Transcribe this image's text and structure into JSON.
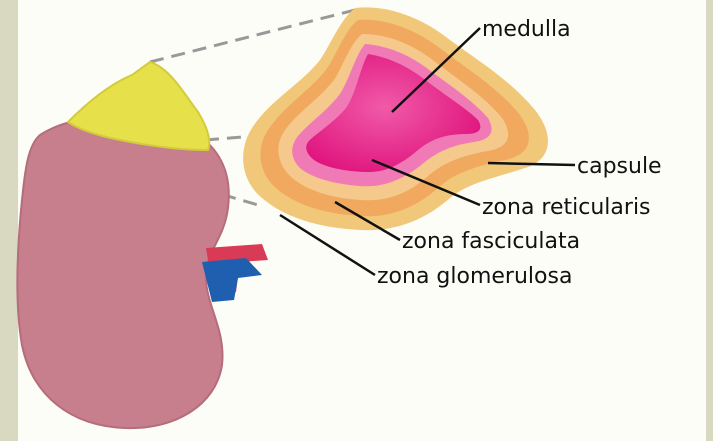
{
  "labels": {
    "medulla": "medulla",
    "capsule": "capsule",
    "zona_reticularis": "zona reticularis",
    "zona_fasciculata": "zona fasciculata",
    "zona_glomerulosa": "zona glomerulosa"
  },
  "colors": {
    "background_panel": "#fdfdf7",
    "frame": "#d9d9c2",
    "kidney": "#c77f8d",
    "adrenal_gland": "#e6e04a",
    "capsule": "#f1c87a",
    "zona_glomerulosa": "#f0a95e",
    "zona_fasciculata": "#f5c88c",
    "zona_reticularis": "#f07ab6",
    "medulla": "#e8208a",
    "renal_vein": "#1f5fb0",
    "renal_artery": "#d93a56",
    "leader_lines": "#111111"
  }
}
